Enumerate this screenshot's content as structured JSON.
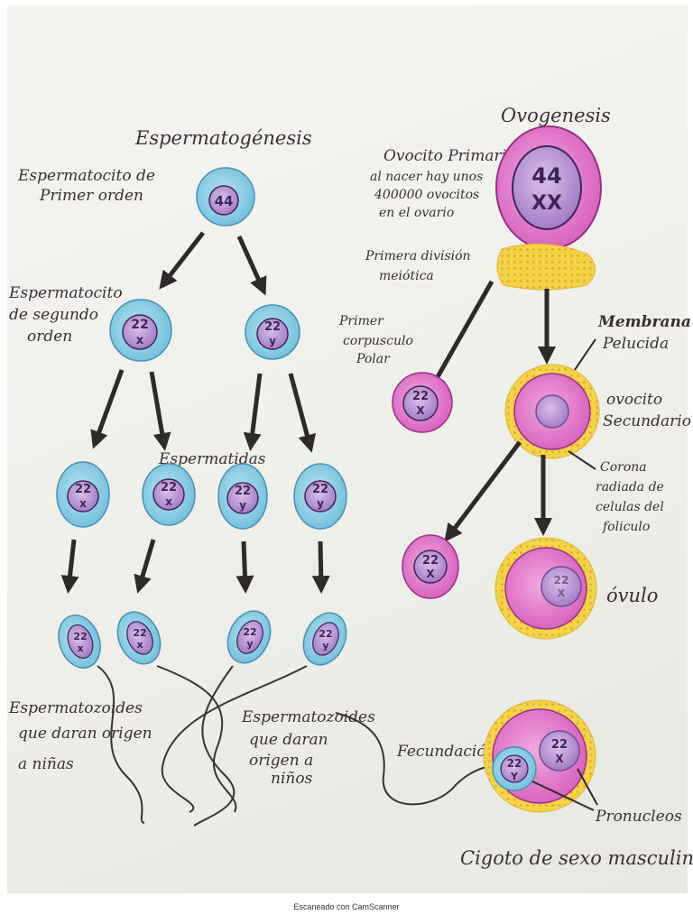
{
  "left": {
    "title": "Espermatogénesis",
    "spermatocyte1_label": [
      "Espermatocito de",
      "Primer orden"
    ],
    "spermatocyte2_label": [
      "Espermatocito",
      "de segundo",
      "orden"
    ],
    "spermatids_label": "Espermatidas",
    "sperm_girls_label": [
      "Espermatozoides",
      "que daran origen",
      "a niñas"
    ],
    "sperm_boys_label": [
      "Espermatozoides",
      "que daran",
      "origen a",
      "niños"
    ],
    "cells": {
      "primary": [
        "44",
        ""
      ],
      "secondary_x": [
        "22",
        "x"
      ],
      "secondary_y": [
        "22",
        "y"
      ],
      "spermatid_1": [
        "22",
        "x"
      ],
      "spermatid_2": [
        "22",
        "x"
      ],
      "spermatid_3": [
        "22",
        "y"
      ],
      "spermatid_4": [
        "22",
        "y"
      ],
      "sperm_1": [
        "22",
        "x"
      ],
      "sperm_2": [
        "22",
        "x"
      ],
      "sperm_3": [
        "22",
        "y"
      ],
      "sperm_4": [
        "22",
        "y"
      ]
    }
  },
  "right": {
    "title": "Ovogenesis",
    "oocyte1_label": [
      "Ovocito Primario",
      "al nacer hay unos",
      "400000 ovocitos",
      "en el ovario"
    ],
    "meiotic_label": [
      "Primera división",
      "meiótica"
    ],
    "polar_label": [
      "Primer",
      "corpusculo",
      "Polar"
    ],
    "membrane_label": [
      "Membrana",
      "Pelucida"
    ],
    "oocyte2_label": [
      "ovocito",
      "Secundario"
    ],
    "corona_label": [
      "Corona",
      "radiada de",
      "celulas del",
      "foliculo"
    ],
    "ovum_label": "óvulo",
    "fertilization_label": "Fecundación",
    "pronuclei_label": "Pronucleos",
    "zygote_label": "Cigoto de sexo masculino",
    "cells": {
      "primary": [
        "44",
        "XX"
      ],
      "polar_1": [
        "22",
        "X"
      ],
      "polar_2": [
        "22",
        "X"
      ],
      "ovum": [
        "22",
        "X"
      ],
      "zygote_female": [
        "22",
        "X"
      ],
      "zygote_male": [
        "22",
        "Y"
      ]
    }
  },
  "footer": "Escaneado con CamScanner",
  "colors": {
    "sperm_cell": "#8fd0e6",
    "nucleus": "#c7a6db",
    "egg_cell": "#e07ac8",
    "corona": "#f5d94a",
    "arrow": "#2e2a2b"
  }
}
